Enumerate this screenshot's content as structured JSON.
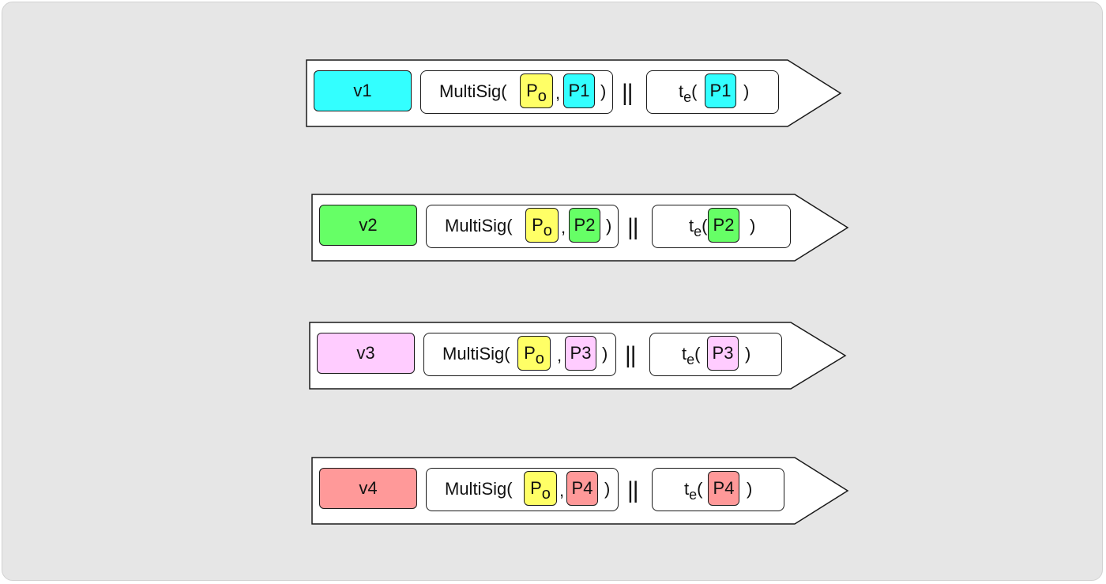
{
  "separator": "||",
  "multisig": {
    "label": "MultiSig(",
    "owner_key": {
      "base": "P",
      "sub": "o",
      "color": "#ffff66"
    },
    "comma": ",",
    "close": ")"
  },
  "timelock": {
    "base": "t",
    "sub": "e",
    "open": "(",
    "close": ")"
  },
  "rows": [
    {
      "value": "v1",
      "key": "P1",
      "color": "#33ffff"
    },
    {
      "value": "v2",
      "key": "P2",
      "color": "#66ff66"
    },
    {
      "value": "v3",
      "key": "P3",
      "color": "#ffccff"
    },
    {
      "value": "v4",
      "key": "P4",
      "color": "#ff9999"
    }
  ]
}
